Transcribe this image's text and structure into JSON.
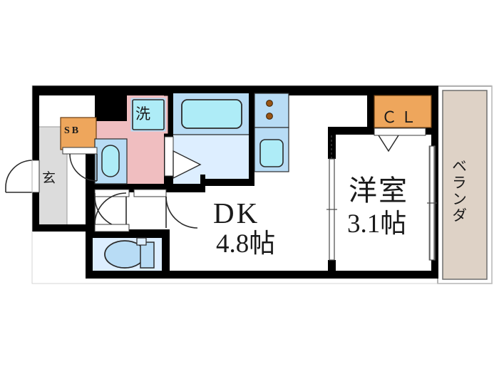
{
  "document": {
    "type": "floor-plan",
    "title": "Apartment Floor Plan 1DK",
    "background_color": "#ffffff"
  },
  "palette": {
    "wall": "#000000",
    "wall_outline": "#111111",
    "room_fill": "#ffffff",
    "washroom_fill": "#f0bec0",
    "bath_fill": "#ddeeff",
    "fixture_fill": "#b8dcf5",
    "tub_fill": "#aeecf7",
    "closet_fill": "#eea65c",
    "shoebox_fill": "#eea65c",
    "entry_floor_fill": "#dcdcdc",
    "balcony_fill": "#ded2c6",
    "toilet_fill": "#ddeeff",
    "burner_dot": "#9a5414",
    "door_line": "#333333",
    "text": "#1a1a1a"
  },
  "rooms": [
    {
      "id": "dk",
      "name": "DK",
      "size": "4.8帖",
      "name_label": "DK",
      "size_label": "4.8帖"
    },
    {
      "id": "bedroom",
      "name": "洋室",
      "size": "3.1帖",
      "name_label": "洋室",
      "size_label": "3.1帖"
    }
  ],
  "labels": {
    "dk_name": "DK",
    "dk_size": "4.8帖",
    "room_name": "洋室",
    "room_size": "3.1帖",
    "closet": "ＣＬ",
    "shoebox": "SB",
    "washer": "洗",
    "entrance": "玄",
    "veranda": "ベランダ"
  },
  "fixtures": [
    {
      "id": "bathtub",
      "label": "",
      "kind": "bathtub"
    },
    {
      "id": "washbasin",
      "label": "",
      "kind": "wash-basin"
    },
    {
      "id": "washing-machine",
      "label": "洗",
      "kind": "washing-machine"
    },
    {
      "id": "kitchen-sink",
      "label": "",
      "kind": "kitchen-sink"
    },
    {
      "id": "stove",
      "label": "",
      "kind": "stove-two-burner",
      "burners": 2
    },
    {
      "id": "toilet",
      "label": "",
      "kind": "toilet"
    },
    {
      "id": "shoe-box",
      "label": "SB",
      "kind": "shoe-box"
    },
    {
      "id": "closet",
      "label": "ＣＬ",
      "kind": "closet"
    }
  ],
  "doors": [
    {
      "id": "entrance-door",
      "kind": "swing",
      "location": "entrance-west"
    },
    {
      "id": "shoebox-door",
      "kind": "swing",
      "location": "entrance-north"
    },
    {
      "id": "washroom-door",
      "kind": "swing",
      "location": "washroom-south"
    },
    {
      "id": "bath-door",
      "kind": "swing",
      "location": "bath-south"
    },
    {
      "id": "toilet-door",
      "kind": "swing",
      "location": "toilet-north"
    },
    {
      "id": "bath-entry-door",
      "kind": "folding",
      "location": "bath-west"
    },
    {
      "id": "bedroom-sliding-door",
      "kind": "sliding",
      "location": "dk-bedroom"
    },
    {
      "id": "closet-door",
      "kind": "folding",
      "location": "bedroom-north"
    },
    {
      "id": "balcony-window",
      "kind": "sliding-window",
      "location": "bedroom-east"
    }
  ],
  "areas": [
    {
      "id": "entrance",
      "label": "玄",
      "kind": "entry-hall"
    },
    {
      "id": "balcony",
      "label": "ベランダ",
      "kind": "balcony"
    },
    {
      "id": "washroom",
      "label": "",
      "kind": "wash-room"
    },
    {
      "id": "bathroom",
      "label": "",
      "kind": "bath-room"
    },
    {
      "id": "toilet-room",
      "label": "",
      "kind": "toilet-room"
    }
  ]
}
